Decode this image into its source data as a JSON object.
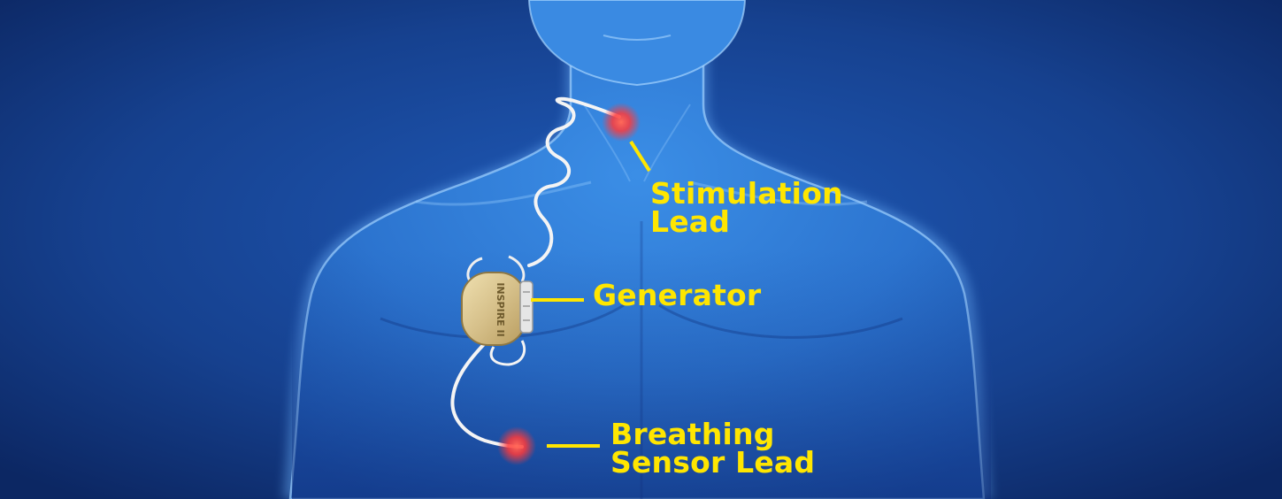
{
  "callouts": {
    "stimulation_lead": {
      "line1": "Stimulation",
      "line2": "Lead"
    },
    "generator": {
      "label": "Generator"
    },
    "breathing_sensor_lead": {
      "line1": "Breathing",
      "line2": "Sensor Lead"
    }
  },
  "device": {
    "brand_text": "INSPIRE II"
  },
  "colors": {
    "background": "#1a4a9e",
    "body": "#2f7fd8",
    "label": "#ffe600",
    "marker": "#ff3a3a",
    "generator": "#d6c08a"
  }
}
